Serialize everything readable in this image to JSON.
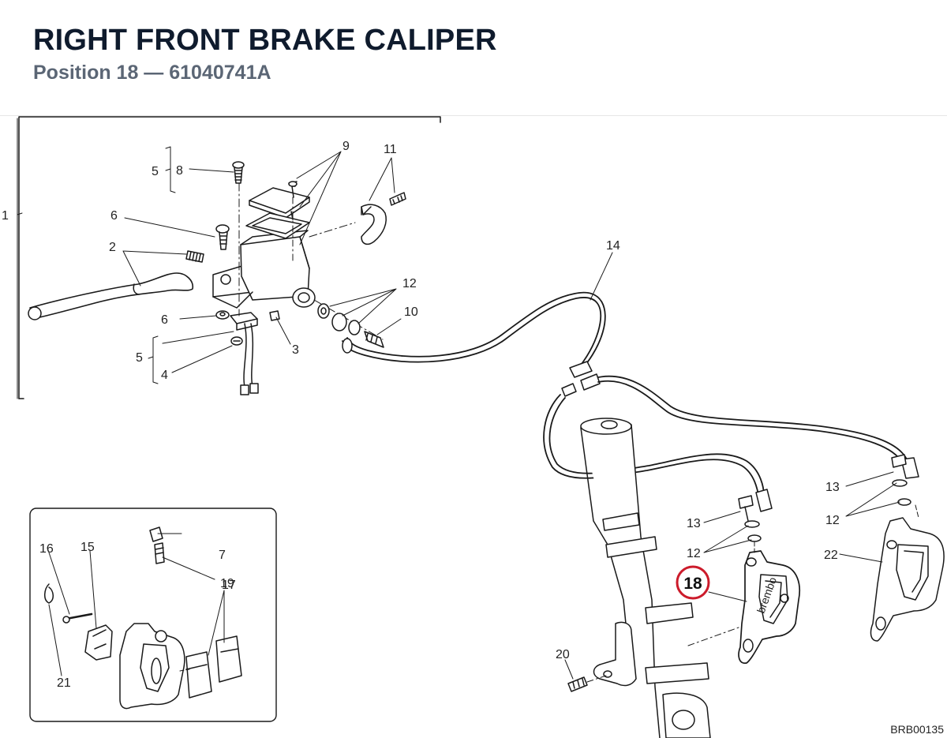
{
  "header": {
    "title": "RIGHT FRONT BRAKE CALIPER",
    "subtitle": "Position 18 — 61040741A"
  },
  "drawing_code": "BRB00135",
  "highlight": {
    "label": "18",
    "color": "#cc1b2b"
  },
  "callouts": {
    "c1": "1",
    "c2": "2",
    "c3": "3",
    "c4": "4",
    "c5a": "5",
    "c5b": "5",
    "c6a": "6",
    "c6b": "6",
    "c7": "7",
    "c8": "8",
    "c9": "9",
    "c10": "10",
    "c11": "11",
    "c12a": "12",
    "c12b": "12",
    "c12c": "12",
    "c13a": "13",
    "c13b": "13",
    "c14": "14",
    "c15": "15",
    "c16": "16",
    "c17": "17",
    "c19": "19",
    "c20": "20",
    "c21": "21",
    "c22": "22"
  }
}
